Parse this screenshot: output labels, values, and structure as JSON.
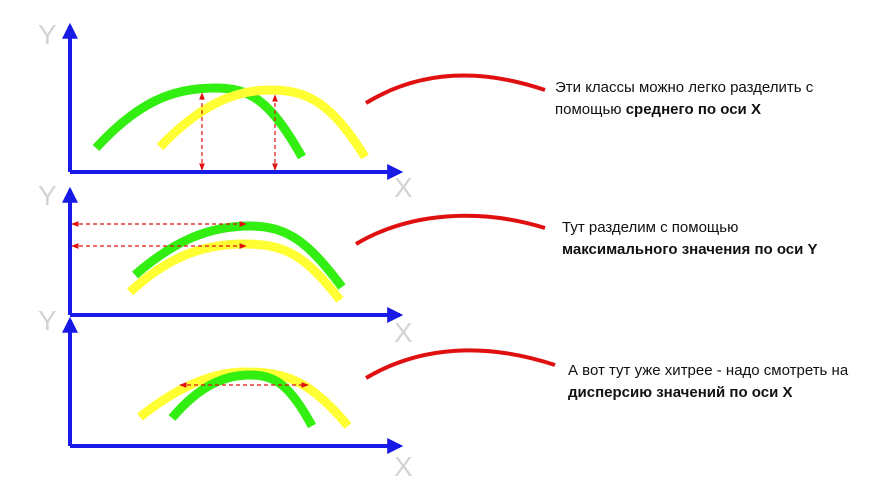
{
  "axis_labels": {
    "y": "Y",
    "x": "X"
  },
  "colors": {
    "axis": "#1a1ae6",
    "axis_label": "#d4d4d4",
    "class_a": "#33ee11",
    "class_b": "#ffff33",
    "measure": "#e01010",
    "callout": "#e01010"
  },
  "panels": [
    {
      "text_before": "Эти классы можно легко разделить с помощью ",
      "text_bold": "среднего по оси X",
      "measure_type": "vertical"
    },
    {
      "text_before": "Тут разделим с помощью ",
      "text_bold": "максимального значения по оси Y",
      "measure_type": "horizontal-to-y-axis"
    },
    {
      "text_before": "А вот тут уже хитрее -  надо смотреть на ",
      "text_bold": "дисперсию значений по оси X",
      "measure_type": "horizontal-span"
    }
  ]
}
